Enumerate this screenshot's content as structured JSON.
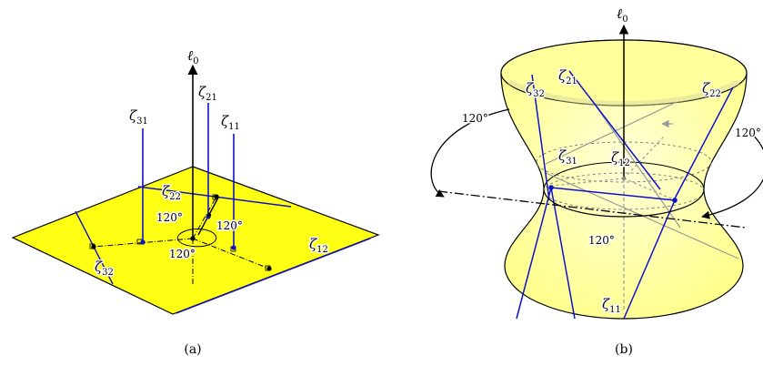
{
  "panels": [
    {
      "id": "a",
      "caption": "(a)",
      "axis_label": {
        "main": "ℓ",
        "sub": "0"
      },
      "lines": [
        {
          "main": "ζ",
          "sub": "31"
        },
        {
          "main": "ζ",
          "sub": "21"
        },
        {
          "main": "ζ",
          "sub": "11"
        },
        {
          "main": "ζ",
          "sub": "22"
        },
        {
          "main": "ζ",
          "sub": "32"
        },
        {
          "main": "ζ",
          "sub": "12"
        }
      ],
      "angles": [
        "120°",
        "120°",
        "120°"
      ]
    },
    {
      "id": "b",
      "caption": "(b)",
      "axis_label": {
        "main": "ℓ",
        "sub": "0"
      },
      "lines": [
        {
          "main": "ζ",
          "sub": "21"
        },
        {
          "main": "ζ",
          "sub": "32"
        },
        {
          "main": "ζ",
          "sub": "22"
        },
        {
          "main": "ζ",
          "sub": "31"
        },
        {
          "main": "ζ",
          "sub": "12"
        },
        {
          "main": "ζ",
          "sub": "11"
        }
      ],
      "angles": [
        "120°",
        "120°",
        "120°"
      ]
    }
  ],
  "colors": {
    "plane_fill": "#ffff14",
    "surface_fill": "#ffff9a",
    "line_blue": "#1010cc",
    "outline": "#000000"
  }
}
